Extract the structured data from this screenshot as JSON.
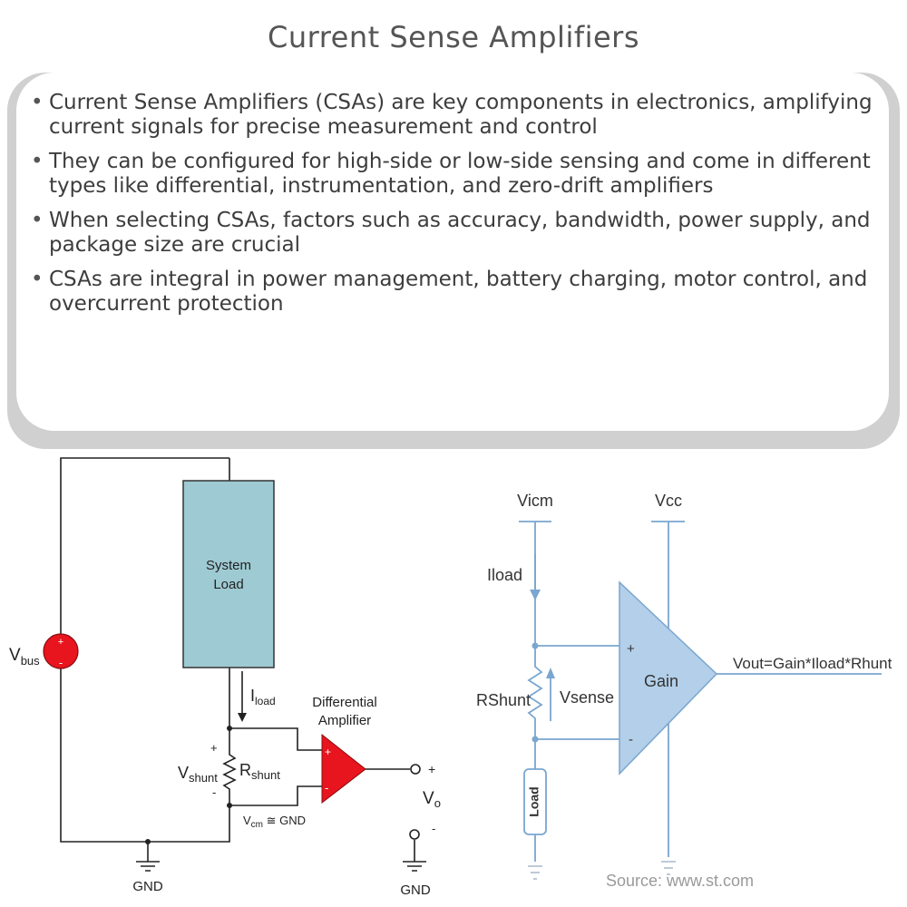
{
  "title": "Current Sense Amplifiers",
  "bullets": [
    "Current Sense Amplifiers (CSAs) are key components in electronics, amplifying current signals for precise measurement and control",
    "They can be configured for high-side or low-side sensing and come in different types like differential, instrumentation, and zero-drift amplifiers",
    "When selecting CSAs, factors such as accuracy, bandwidth, power supply, and package size are crucial",
    "CSAs are integral in power management, battery charging, motor control, and overcurrent protection"
  ],
  "left_diagram": {
    "system_load": [
      "System",
      "Load"
    ],
    "vbus": "V",
    "vbus_sub": "bus",
    "iload": "I",
    "iload_sub": "load",
    "amp_label": [
      "Differential",
      "Amplifier"
    ],
    "vshunt": "V",
    "vshunt_sub": "shunt",
    "rshunt": "R",
    "rshunt_sub": "shunt",
    "vcm": "V",
    "vcm_sub": "cm",
    "vcm_rest": " ≅ GND",
    "vo": "V",
    "vo_sub": "o",
    "gnd_left": "GND",
    "gnd_right": "GND",
    "plus": "+",
    "minus": "-"
  },
  "right_diagram": {
    "vicm": "Vicm",
    "vcc": "Vcc",
    "iload": "Iload",
    "rshunt": "RShunt",
    "vsense": "Vsense",
    "gain": "Gain",
    "vout": "Vout=Gain*Iload*Rhunt",
    "load": "Load",
    "plus": "+",
    "minus": "-",
    "source": "Source: www.st.com"
  },
  "colors": {
    "load_fill": "#9ecad3",
    "amp_red": "#e8141e",
    "gain_blue": "#b3cfe9",
    "wire_blue": "#7aa6cf"
  }
}
